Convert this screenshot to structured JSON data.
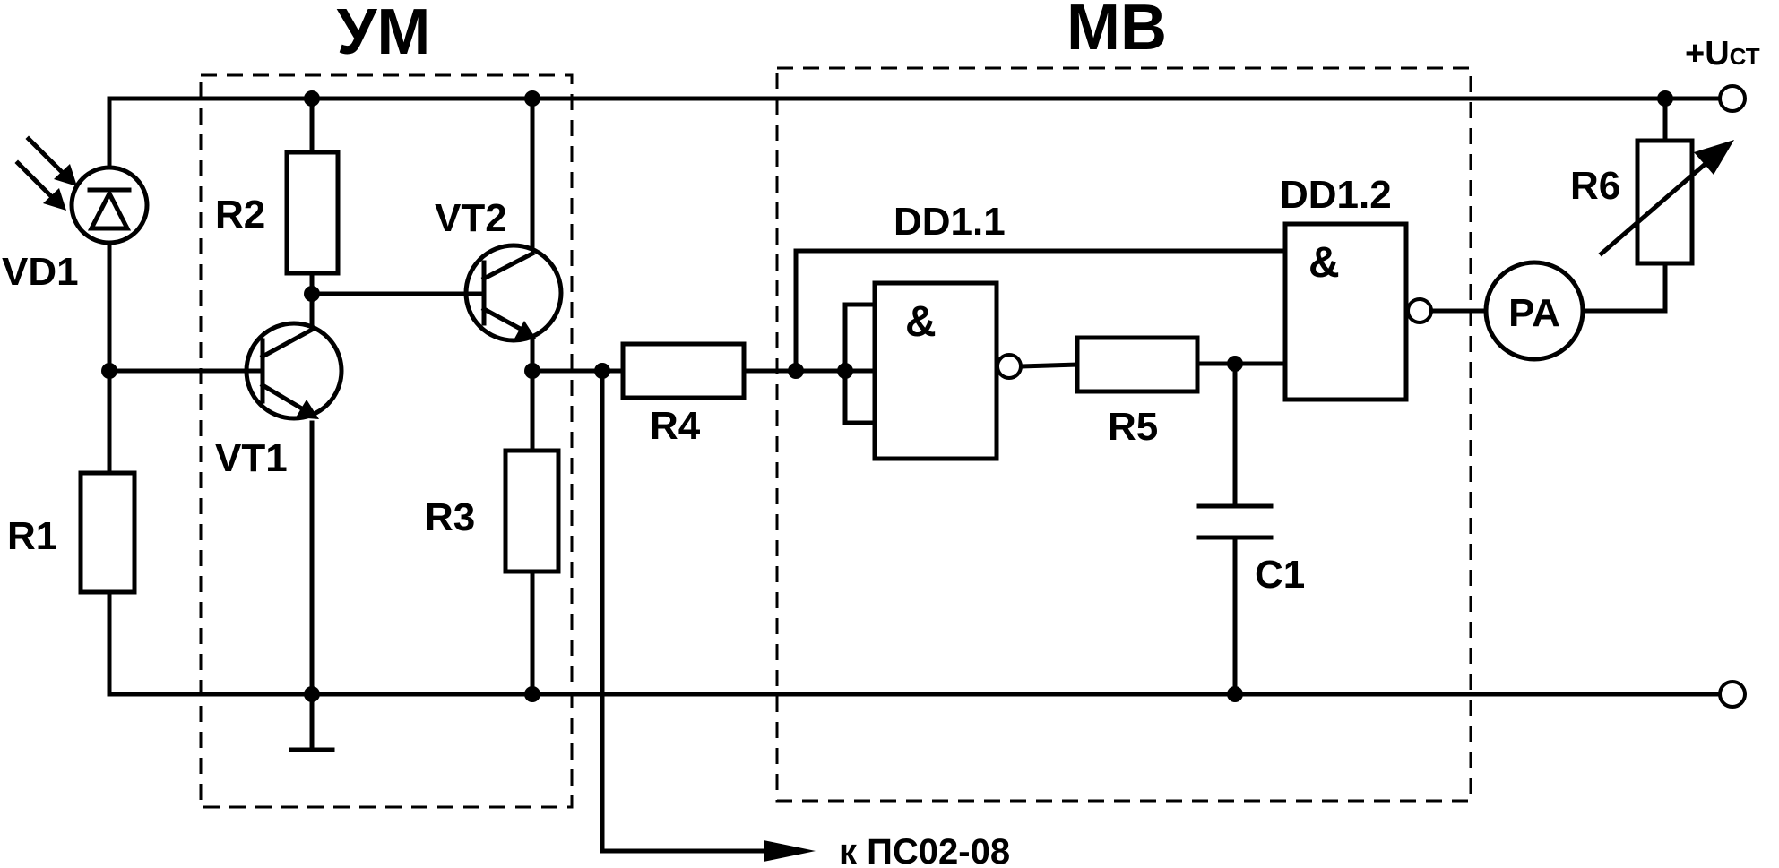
{
  "blocks": {
    "amplifier": "УМ",
    "multivibrator": "МВ"
  },
  "components": {
    "vd1": "VD1",
    "r1": "R1",
    "r2": "R2",
    "r3": "R3",
    "r4": "R4",
    "r5": "R5",
    "r6": "R6",
    "vt1": "VT1",
    "vt2": "VT2",
    "dd11": "DD1.1",
    "dd12": "DD1.2",
    "c1": "C1",
    "pa": "PA"
  },
  "gate_symbol": "&",
  "supply": {
    "plus": "+U",
    "subscript": "СТ"
  },
  "output_label": "к ПС02-08"
}
